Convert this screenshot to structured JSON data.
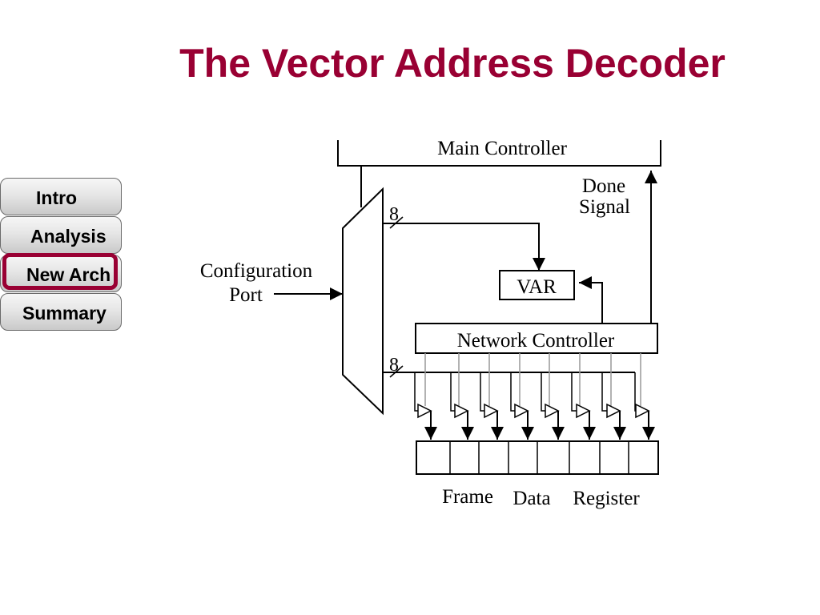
{
  "slide": {
    "title": "The Vector Address Decoder"
  },
  "nav": {
    "items": [
      {
        "label": "Intro",
        "active": false
      },
      {
        "label": "Analysis",
        "active": false
      },
      {
        "label": "New Arch",
        "active": true
      },
      {
        "label": "Summary",
        "active": false
      }
    ],
    "active_color": "#990033"
  },
  "diagram": {
    "main_controller": "Main Controller",
    "done_signal_line1": "Done",
    "done_signal_line2": "Signal",
    "config_port_line1": "Configuration",
    "config_port_line2": "Port",
    "var_label": "VAR",
    "network_controller": "Network Controller",
    "bus_width_top": "8",
    "bus_width_bottom": "8",
    "frame_label": "Frame",
    "data_label": "Data",
    "register_label": "Register"
  }
}
